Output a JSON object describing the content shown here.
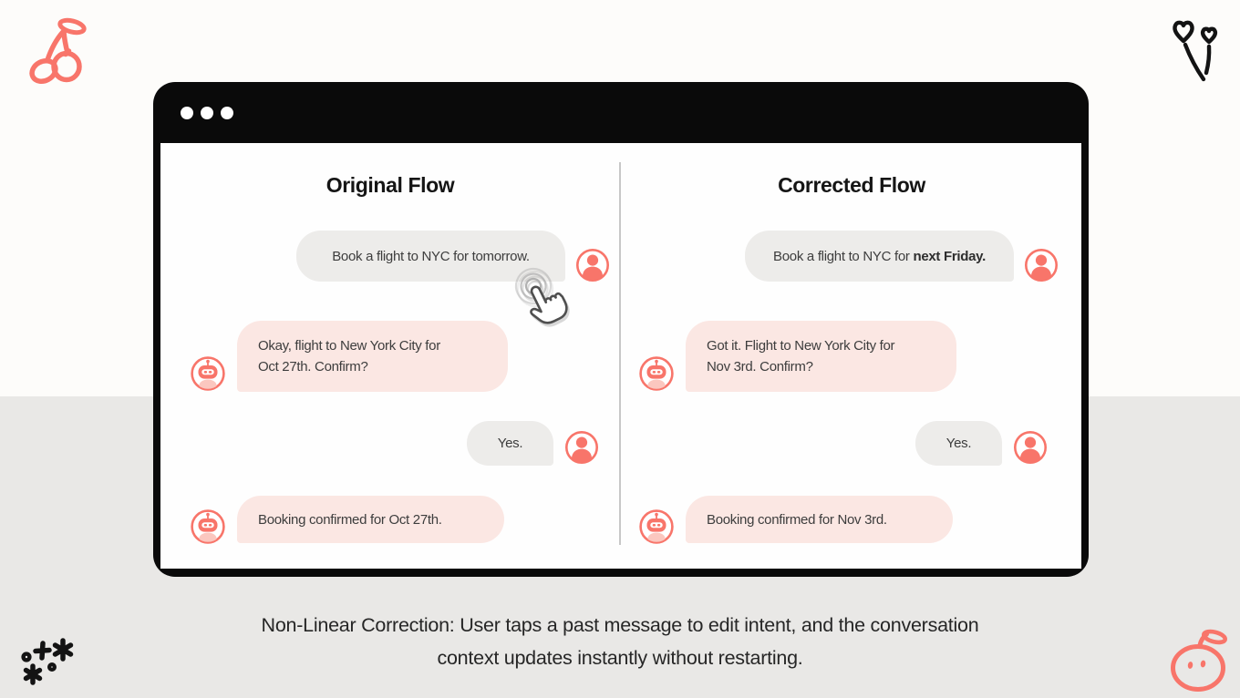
{
  "caption": {
    "line1": "Non-Linear Correction: User taps a past message to edit intent, and the conversation",
    "line2": "context updates instantly without restarting."
  },
  "columns": [
    {
      "title": "Original Flow",
      "messages": {
        "user1": "Book a flight to NYC for tomorrow.",
        "bot1_line1": "Okay, flight to New York City for",
        "bot1_line2": "Oct 27th. Confirm?",
        "user2": "Yes.",
        "bot2": "Booking confirmed for Oct 27th."
      }
    },
    {
      "title": "Corrected Flow",
      "messages": {
        "user1_prefix": "Book a flight to NYC for ",
        "user1_bold": "next Friday.",
        "bot1_line1": "Got it. Flight to New York City for",
        "bot1_line2": "Nov 3rd. Confirm?",
        "user2": "Yes.",
        "bot2": "Booking confirmed for Nov 3rd."
      }
    }
  ],
  "colors": {
    "coral": "#F8756A",
    "pink_bubble": "#FBE7E3",
    "gray_bubble": "#EDECEA",
    "window_frame": "#0A0A0A",
    "background_bottom": "#E9E8E6"
  },
  "icons": {
    "window_controls": "three-dots",
    "user_avatar": "person-silhouette-in-circle",
    "bot_avatar": "robot-face-in-circle",
    "tap_cursor": "hand-tap-with-ripples",
    "decorations": [
      "cherries-doodle",
      "heart-balloons-doodle",
      "sparkles-doodle",
      "peach-face-doodle"
    ]
  }
}
